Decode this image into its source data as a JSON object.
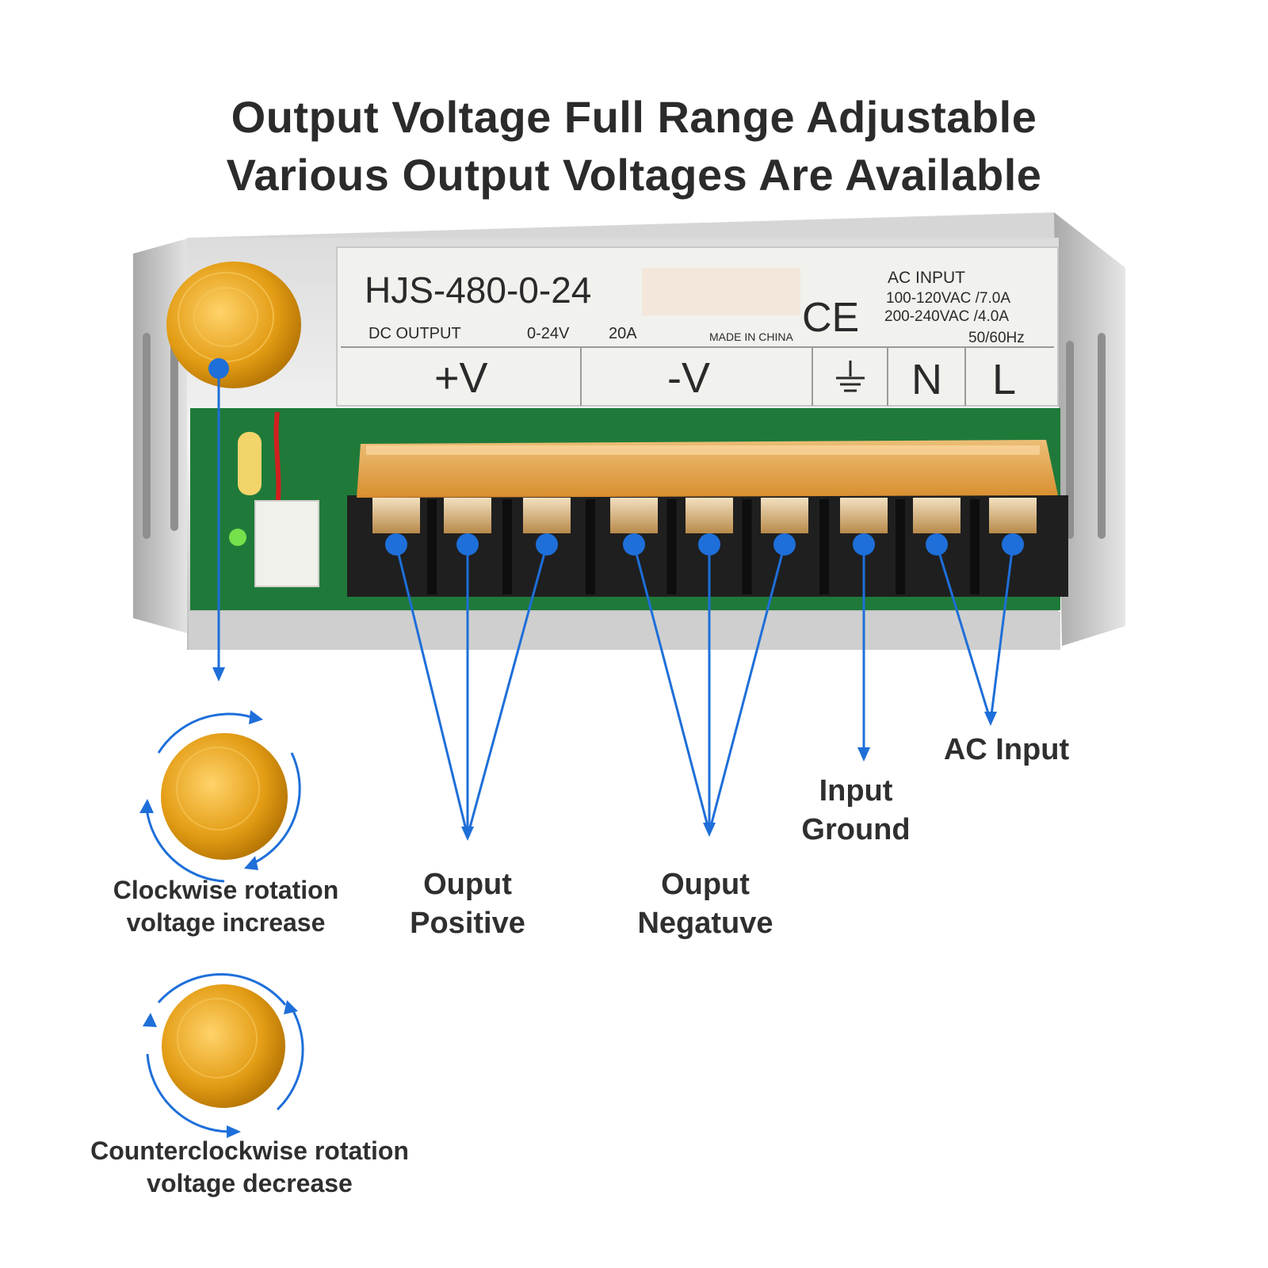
{
  "headline": {
    "line1": "Output Voltage Full Range Adjustable",
    "line2": "Various Output Voltages Are Available"
  },
  "label": {
    "model": "HJS-480-0-24",
    "dc_output": "DC   OUTPUT",
    "voltage_range": "0-24V",
    "current": "20A",
    "made_in": "MADE IN CHINA",
    "ce_mark": "CE",
    "ac_input_title": "AC   INPUT",
    "ac_low": "100-120VAC /7.0A",
    "ac_high": "200-240VAC /4.0A",
    "frequency": "50/60Hz",
    "plus_v": "+V",
    "minus_v": "-V",
    "n_terminal": "N",
    "l_terminal": "L"
  },
  "callouts": {
    "clockwise": [
      "Clockwise rotation",
      "voltage increase"
    ],
    "counterclockwise": [
      "Counterclockwise rotation",
      "voltage decrease"
    ],
    "output_positive": [
      "Ouput",
      "Positive"
    ],
    "output_negative": [
      "Ouput",
      "Negatuve"
    ],
    "input_ground": [
      "Input",
      "Ground"
    ],
    "ac_input": [
      "AC Input"
    ]
  },
  "colors": {
    "accent_blue": "#1e6fd9",
    "knob_gold": "#e0a019",
    "terminal_cover": "#f2a84a",
    "pcb_green": "#1f7a3a"
  },
  "icons": [
    "ground-symbol-icon",
    "clockwise-arrows-icon",
    "counterclockwise-arrows-icon"
  ]
}
